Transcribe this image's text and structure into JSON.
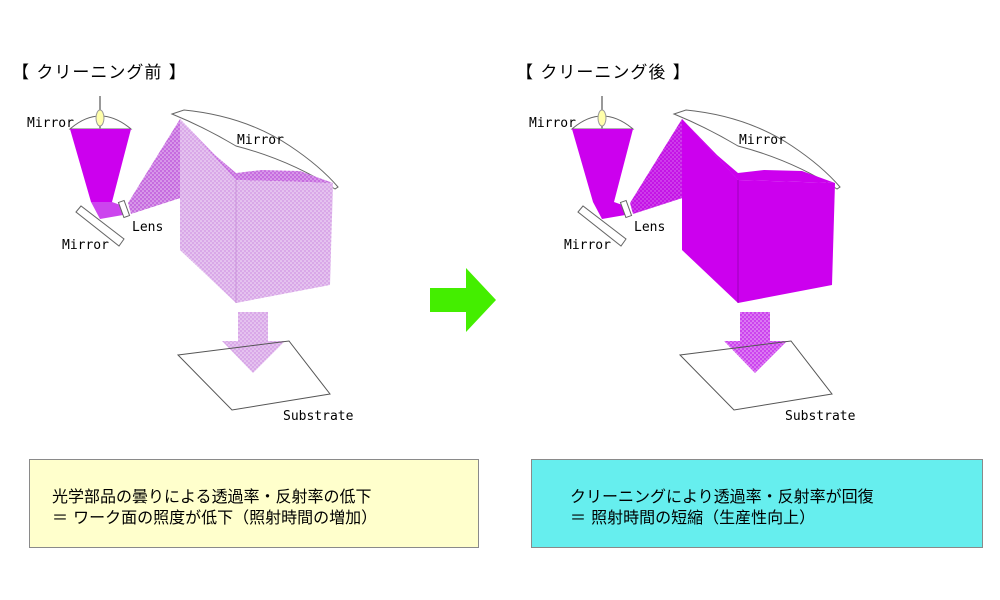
{
  "before": {
    "heading": "【 クリーニング前 】",
    "labels": {
      "mirror_top": "Mirror",
      "mirror_reflector": "Mirror",
      "mirror_bottom": "Mirror",
      "lens": "Lens",
      "substrate": "Substrate"
    },
    "caption": [
      "光学部品の曇りによる透過率・反射率の低下",
      "＝ ワーク面の照度が低下（照射時間の増加）"
    ],
    "beam_state": "faded"
  },
  "after": {
    "heading": "【 クリーニング後 】",
    "labels": {
      "mirror_top": "Mirror",
      "mirror_reflector": "Mirror",
      "mirror_bottom": "Mirror",
      "lens": "Lens",
      "substrate": "Substrate"
    },
    "caption": [
      "クリーニングにより透過率・反射率が回復",
      "＝ 照射時間の短縮（生産性向上）"
    ],
    "beam_state": "bright"
  },
  "colors": {
    "beam_strong": "#cc00ee",
    "beam_faded": "#e0b0ee",
    "transition_arrow": "#44ee00",
    "caption_before_bg": "#ffffcc",
    "caption_after_bg": "#66eeee"
  },
  "icons": {
    "transition": "right-arrow-icon",
    "lamp": "lamp-icon"
  }
}
